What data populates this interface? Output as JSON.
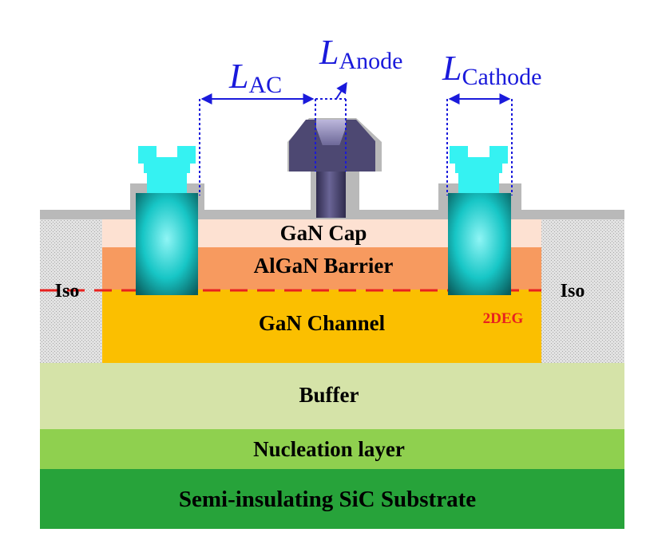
{
  "layers": {
    "gan_cap": "GaN Cap",
    "algan_barrier": "AlGaN Barrier",
    "gan_channel": "GaN Channel",
    "buffer": "Buffer",
    "nucleation": "Nucleation layer",
    "substrate": "Semi-insulating SiC Substrate"
  },
  "isolation": {
    "left": "Iso",
    "right": "Iso"
  },
  "twodeg": "2DEG",
  "dimensions": {
    "lac": {
      "symbol": "L",
      "subscript": "AC"
    },
    "lanode": {
      "symbol": "L",
      "subscript": "Anode"
    },
    "lcathode": {
      "symbol": "L",
      "subscript": "Cathode"
    }
  },
  "colors": {
    "substrate": "#27a33a",
    "nucleation": "#8fd04f",
    "buffer": "#d5e3a8",
    "gan_channel": "#fbbf00",
    "algan_barrier": "#f79a5f",
    "gan_cap": "#fde1d2",
    "isolation": "#d4d4d4",
    "passivation": "#b9b9b9",
    "ohmic_contact": "#16c0c0",
    "contact_cap": "#35f2f2",
    "anode_dark": "#4d4872",
    "twodeg_line": "#e8211f",
    "dimension_line": "#1a1adb"
  }
}
